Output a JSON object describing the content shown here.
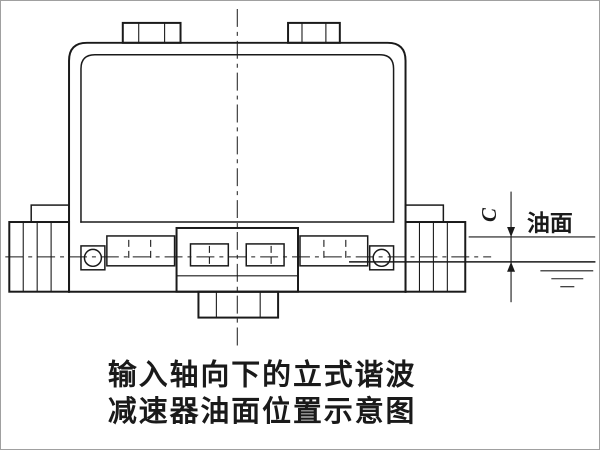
{
  "diagram": {
    "caption_line1": "输入轴向下的立式谐波",
    "caption_line2": "减速器油面位置示意图",
    "labels": {
      "oil_surface": "油面",
      "dimension_c": "C"
    },
    "colors": {
      "line": "#1a1a1a",
      "background": "#ffffff",
      "border": "#a0a0a0"
    }
  }
}
